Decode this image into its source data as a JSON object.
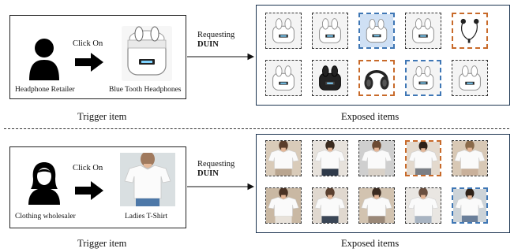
{
  "top": {
    "persona_label": "Headphone Retailer",
    "action_label": "Click On",
    "item_label": "Blue Tooth Headphones",
    "request_line1": "Requesting",
    "request_line2": "DUIN",
    "trigger_caption": "Trigger item",
    "exposed_caption": "Exposed  items",
    "tiles": [
      {
        "icon": "earbuds-case-icon",
        "border": "black"
      },
      {
        "icon": "earbuds-case-icon",
        "border": "black"
      },
      {
        "icon": "earbuds-case-icon",
        "border": "blue"
      },
      {
        "icon": "earbuds-case-icon",
        "border": "black"
      },
      {
        "icon": "wired-earphones-icon",
        "border": "orange"
      },
      {
        "icon": "earbuds-case-icon",
        "border": "black"
      },
      {
        "icon": "earbuds-case-icon",
        "border": "black"
      },
      {
        "icon": "over-ear-headphones-icon",
        "border": "orange"
      },
      {
        "icon": "earbuds-case-icon",
        "border": "blue"
      },
      {
        "icon": "earbuds-case-icon",
        "border": "black"
      }
    ]
  },
  "bottom": {
    "persona_label": "Clothing wholesaler",
    "action_label": "Click On",
    "item_label": "Ladies T-Shirt",
    "request_line1": "Requesting",
    "request_line2": "DUIN",
    "trigger_caption": "Trigger item",
    "exposed_caption": "Exposed  items",
    "tiles": [
      {
        "icon": "tshirt-photo-icon",
        "border": "black"
      },
      {
        "icon": "tshirt-photo-icon",
        "border": "black"
      },
      {
        "icon": "tshirt-photo-icon",
        "border": "black"
      },
      {
        "icon": "tshirt-photo-icon",
        "border": "orange"
      },
      {
        "icon": "tshirt-photo-icon",
        "border": "black"
      },
      {
        "icon": "tshirt-photo-icon",
        "border": "black"
      },
      {
        "icon": "tshirt-photo-icon",
        "border": "black"
      },
      {
        "icon": "tshirt-photo-icon",
        "border": "black"
      },
      {
        "icon": "tshirt-photo-icon",
        "border": "black"
      },
      {
        "icon": "tshirt-photo-icon",
        "border": "blue"
      }
    ]
  },
  "colors": {
    "black_border": "#333333",
    "orange_border": "#c86a2a",
    "blue_border": "#3f77b5",
    "exposed_frame": "#1b3350"
  }
}
